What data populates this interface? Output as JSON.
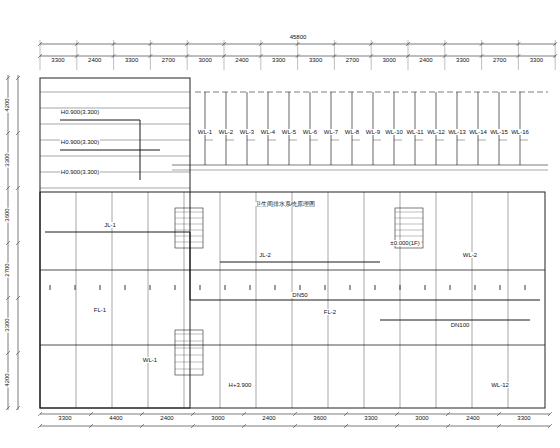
{
  "diagram": {
    "labels": [
      "45800",
      "3300",
      "2400",
      "3300",
      "2700",
      "3000",
      "2400",
      "3300",
      "3300",
      "2700",
      "3000",
      "2400",
      "3300",
      "2700",
      "3300",
      "3300",
      "4400",
      "2400",
      "3000",
      "2400",
      "3600",
      "3300",
      "3000",
      "2400",
      "3300",
      "4200",
      "3300",
      "3600",
      "2700",
      "3300",
      "4200",
      "WL-1",
      "WL-2",
      "WL-3",
      "WL-4",
      "WL-5",
      "WL-6",
      "WL-7",
      "WL-8",
      "WL-9",
      "WL-10",
      "WL-11",
      "WL-12",
      "WL-13",
      "WL-14",
      "WL-15",
      "WL-16",
      "卫生间排水系统原理图",
      "H0.900(3.300)",
      "H0.900(3.300)",
      "H0.900(3.300)",
      "JL-1",
      "FL-1",
      "WL-1",
      "JL-2",
      "FL-2",
      "WL-2",
      "±0.000(1F)",
      "DN50",
      "DN100",
      "H+3.900",
      "WL-12"
    ]
  }
}
